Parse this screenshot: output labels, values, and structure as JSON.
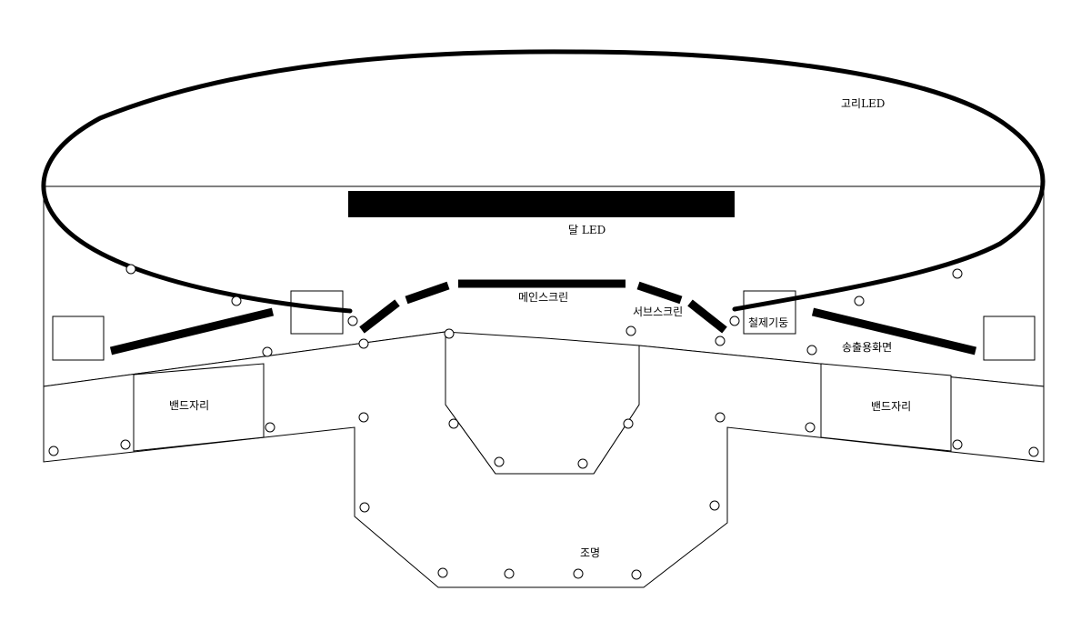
{
  "labels": {
    "ring_led": "고리LED",
    "moon_led": "달 LED",
    "main_screen": "메인스크린",
    "sub_screen": "서브스크린",
    "steel_pillar": "철제기둥",
    "broadcast_screen": "송출용화면",
    "band_area_left": "밴드자리",
    "band_area_right": "밴드자리",
    "lighting": "조명"
  },
  "colors": {
    "line": "#000000",
    "background": "#ffffff"
  }
}
